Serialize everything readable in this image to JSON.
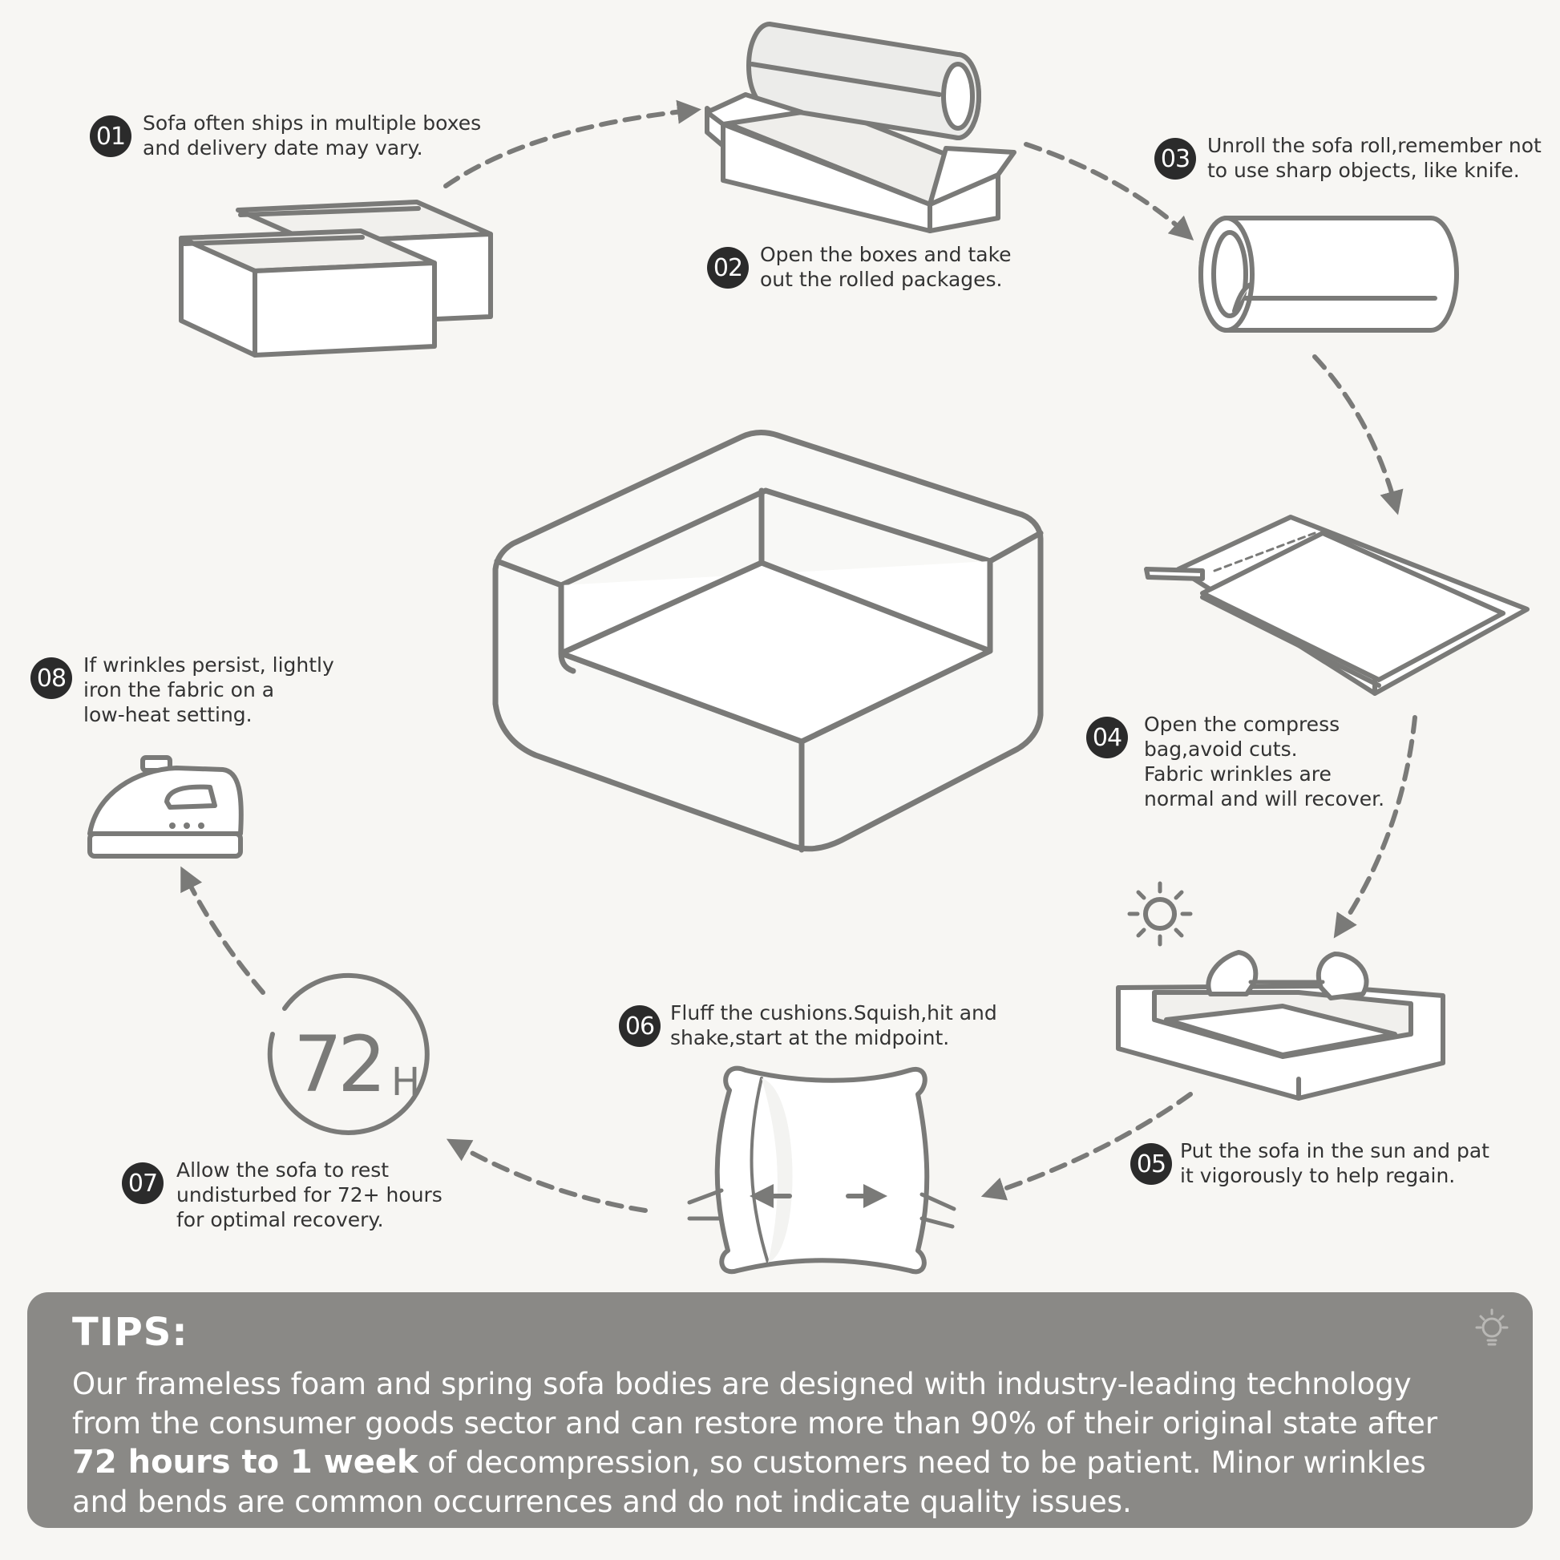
{
  "colors": {
    "background": "#f7f6f3",
    "stroke": "#7a7a78",
    "badge": "#2b2b2b",
    "tips_panel": "#8a8986"
  },
  "steps": [
    {
      "num": "01",
      "lines": [
        "Sofa often ships in multiple boxes",
        "and delivery date may vary."
      ],
      "icon": "stacked-boxes-icon"
    },
    {
      "num": "02",
      "lines": [
        "Open the boxes and take",
        "out the rolled packages."
      ],
      "icon": "open-box-with-roll-icon"
    },
    {
      "num": "03",
      "lines": [
        "Unroll the sofa roll,remember not",
        "to use sharp objects, like knife."
      ],
      "icon": "sofa-roll-icon"
    },
    {
      "num": "04",
      "lines": [
        "Open the compress",
        "bag,avoid cuts.",
        "Fabric wrinkles are",
        "normal and will recover."
      ],
      "icon": "compress-bag-icon"
    },
    {
      "num": "05",
      "lines": [
        "Put the sofa in the sun and pat",
        "it vigorously to help regain."
      ],
      "icon": "sun-and-patting-hands-icon"
    },
    {
      "num": "06",
      "lines": [
        "Fluff the cushions.Squish,hit and",
        "shake,start at the midpoint."
      ],
      "icon": "cushion-fluff-icon"
    },
    {
      "num": "07",
      "lines": [
        "Allow the sofa to rest",
        "undisturbed for 72+ hours",
        "for optimal recovery."
      ],
      "icon": "timer-72h-icon"
    },
    {
      "num": "08",
      "lines": [
        "If wrinkles persist, lightly",
        "iron the fabric on a",
        "low-heat setting."
      ],
      "icon": "clothes-iron-icon"
    }
  ],
  "timer": {
    "value": "72",
    "unit": "H"
  },
  "tips": {
    "title": "TIPS:",
    "line1": "Our frameless foam and spring sofa bodies are designed with industry-leading technology",
    "line2": "from the consumer goods sector and can restore more than 90% of their original state after",
    "line3_bold": "72 hours to 1 week",
    "line3_rest": " of decompression, so customers need to be patient. Minor wrinkles",
    "line4": "and bends are common occurrences and do not indicate quality issues."
  }
}
